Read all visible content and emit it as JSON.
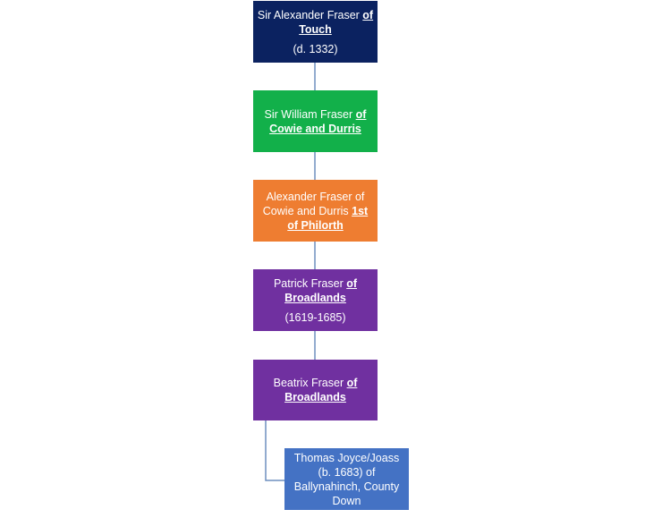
{
  "colors": {
    "navy": "#0b2260",
    "green": "#12b04a",
    "orange": "#ee7d31",
    "purple": "#7030a0",
    "blue": "#4472c4",
    "connector": "#6e8fbf"
  },
  "nodes": [
    {
      "id": "alexander-touch",
      "color": "#0b2260",
      "plain_1": "Sir Alexander Fraser ",
      "bold_1": "of",
      "bold_2": "Touch",
      "dates": "(d. 1332)"
    },
    {
      "id": "william-cowie",
      "color": "#12b04a",
      "plain_1": "Sir William Fraser ",
      "bold_1": "of",
      "bold_2": "Cowie and Durris"
    },
    {
      "id": "alexander-philorth",
      "color": "#ee7d31",
      "plain_1": "Alexander Fraser of",
      "plain_2": "Cowie and Durris ",
      "bold_1": "1st",
      "bold_2": "of Philorth"
    },
    {
      "id": "patrick-broadlands",
      "color": "#7030a0",
      "plain_1": "Patrick Fraser ",
      "bold_1": "of",
      "bold_2": "Broadlands",
      "dates": "(1619-1685)"
    },
    {
      "id": "beatrix-broadlands",
      "color": "#7030a0",
      "plain_1": "Beatrix Fraser ",
      "bold_1": "of",
      "bold_2": "Broadlands"
    },
    {
      "id": "thomas-joyce",
      "color": "#4472c4",
      "line_1": "Thomas Joyce/Joass",
      "line_2": "(b. 1683) of",
      "line_3": "Ballynahinch, County",
      "line_4": "Down"
    }
  ]
}
